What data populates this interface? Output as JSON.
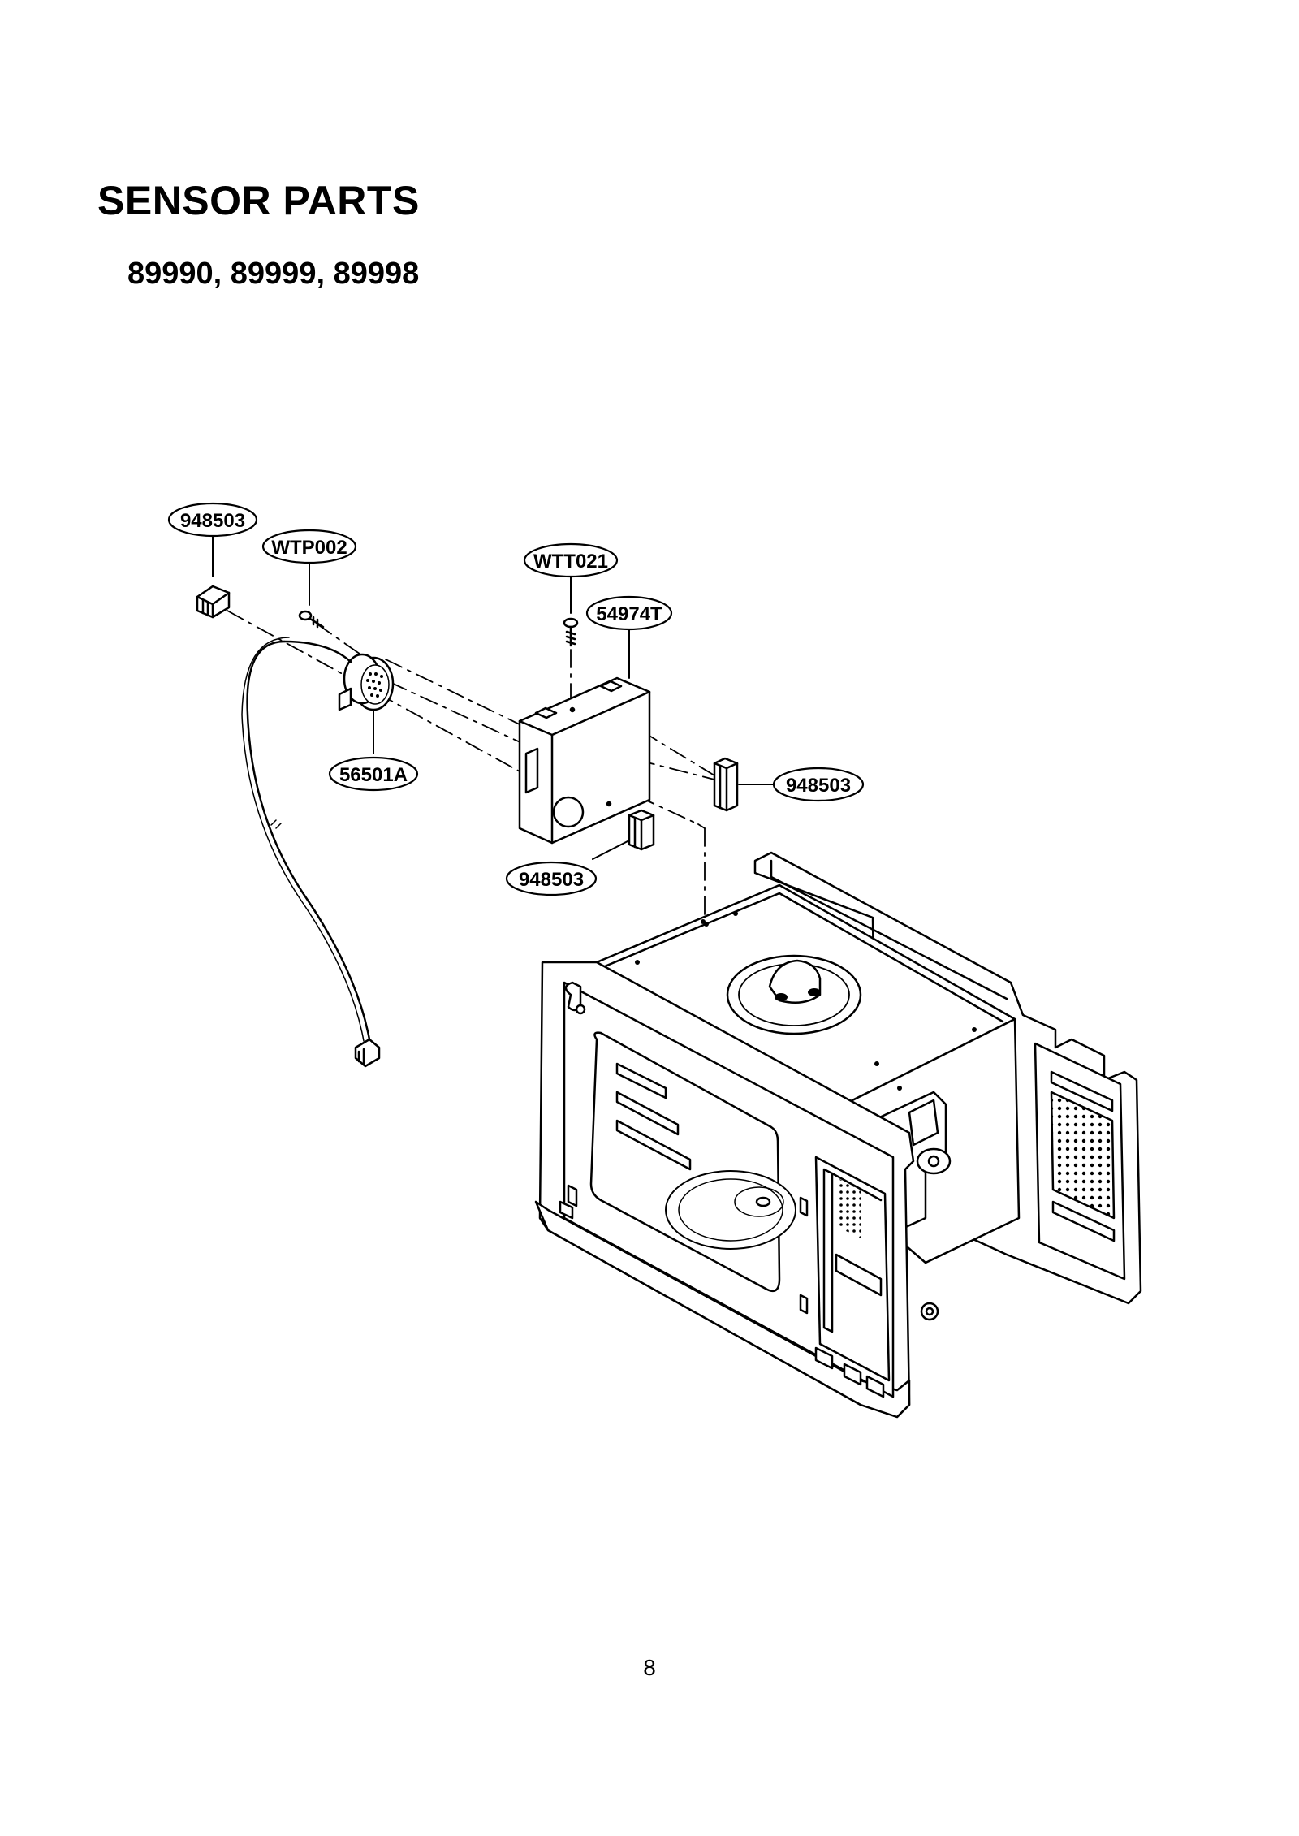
{
  "page": {
    "title": "SENSOR PARTS",
    "models": "89990, 89999, 89998",
    "page_number": "8"
  },
  "callouts": [
    {
      "id": "c1",
      "part": "948503"
    },
    {
      "id": "c2",
      "part": "WTP002"
    },
    {
      "id": "c3",
      "part": "WTT021"
    },
    {
      "id": "c4",
      "part": "54974T"
    },
    {
      "id": "c5",
      "part": "56501A"
    },
    {
      "id": "c6",
      "part": "948503"
    },
    {
      "id": "c7",
      "part": "948503"
    }
  ]
}
